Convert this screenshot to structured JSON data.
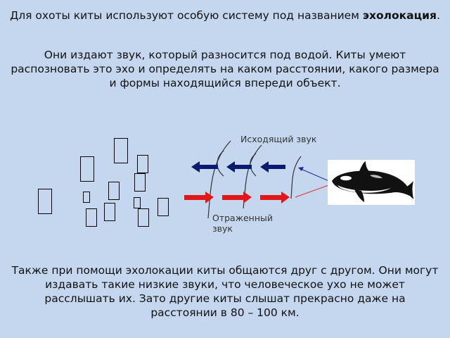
{
  "intro": {
    "line1": "Для охоты киты используют особую систему под названием ",
    "term": "эхолокация",
    "end": "."
  },
  "explanation": "Они издают звук, который разносится под водой. Киты умеют распозновать это эхо и определять на каком расстоянии, какого размера и формы находящийся впереди объект.",
  "diagram": {
    "outgoing_label": "Исходящий звук",
    "reflected_label": "Отраженный звук",
    "outgoing_color": "#0a1a6e",
    "reflected_color": "#e01818",
    "whale_icon": "orca-icon"
  },
  "conclusion": "Также при помощи эхолокации киты общаются друг с другом. Они могут издавать такие низкие звуки, что человеческое ухо не может расслышать их. Зато другие киты слышат прекрасно даже на расстоянии в 80 – 100 км."
}
